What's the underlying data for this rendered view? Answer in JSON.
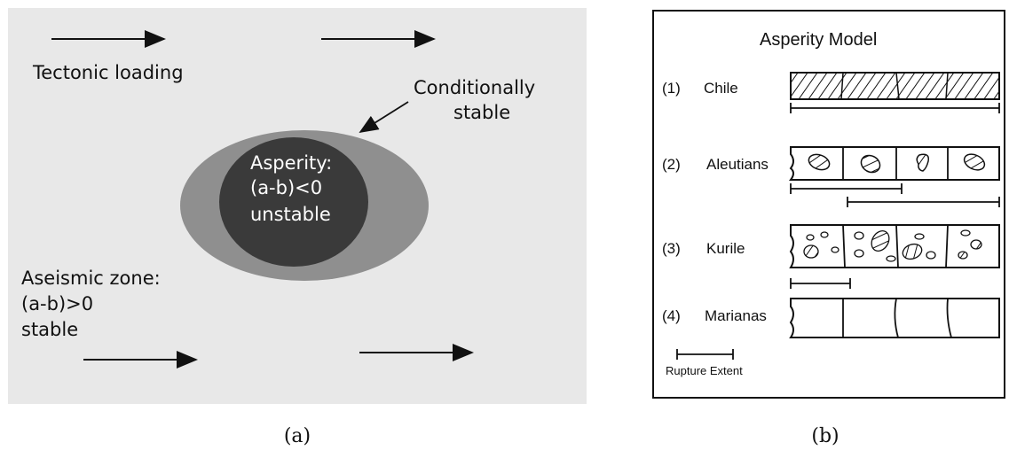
{
  "panel_a": {
    "tectonic_loading": "Tectonic loading",
    "conditionally_stable": [
      "Conditionally",
      "stable"
    ],
    "asperity": [
      "Asperity:",
      "(a-b)<0",
      "unstable"
    ],
    "aseismic_zone": [
      "Aseismic zone:",
      "(a-b)>0",
      "stable"
    ],
    "caption": "(a)",
    "colors": {
      "background": "#e8e8e8",
      "outer_zone": "#8f8f8f",
      "asperity": "#3a3a3a"
    }
  },
  "panel_b": {
    "title": "Asperity Model",
    "rows": [
      {
        "number": "(1)",
        "name": "Chile"
      },
      {
        "number": "(2)",
        "name": "Aleutians"
      },
      {
        "number": "(3)",
        "name": "Kurile"
      },
      {
        "number": "(4)",
        "name": "Marianas"
      }
    ],
    "legend": "Rupture Extent",
    "caption": "(b)"
  }
}
